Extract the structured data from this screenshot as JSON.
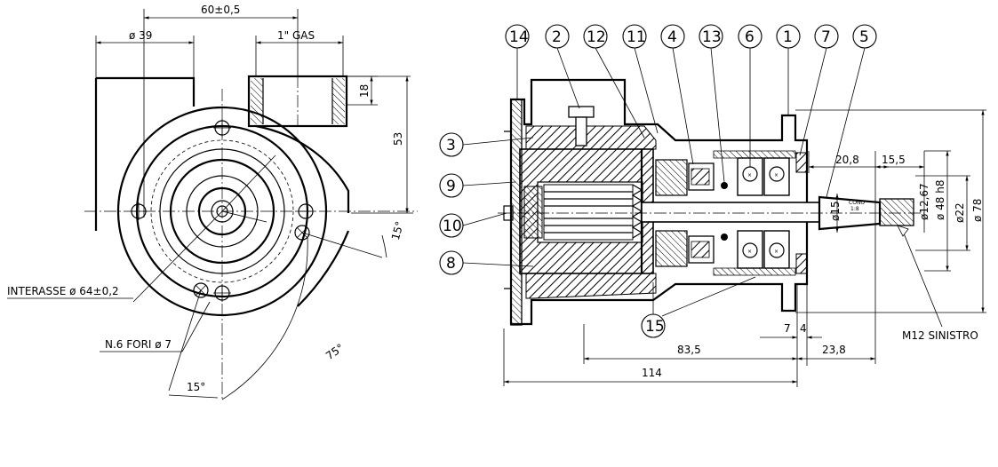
{
  "left_view": {
    "dim_top": "60±0,5",
    "dim_inlet": "ø 39",
    "dim_outlet": "1\" GAS",
    "dim_18": "18",
    "dim_53": "53",
    "dim_15a": "15°",
    "dim_75": "75°",
    "dim_15b": "15°",
    "interasse": "INTERASSE ø 64±0,2",
    "fori": "N.6 FORI ø 7"
  },
  "section_view": {
    "balloons": [
      "14",
      "2",
      "12",
      "11",
      "4",
      "13",
      "6",
      "1",
      "7",
      "5"
    ],
    "side_balloons": [
      "3",
      "9",
      "10",
      "8"
    ],
    "bottom_balloon": "15",
    "dim_20_8": "20,8",
    "dim_15_5": "15,5",
    "dim_phi15": "ø15",
    "cono": "CONO",
    "cono_ratio": "1:8",
    "dim_phi12_67": "ø12,67",
    "dim_phi48": "ø 48 h8",
    "dim_phi22": "ø22",
    "dim_phi78": "ø 78",
    "m12": "M12 SINISTRO",
    "dim_7": "7",
    "dim_4": "4",
    "dim_83_5": "83,5",
    "dim_23_8": "23,8",
    "dim_114": "114"
  }
}
